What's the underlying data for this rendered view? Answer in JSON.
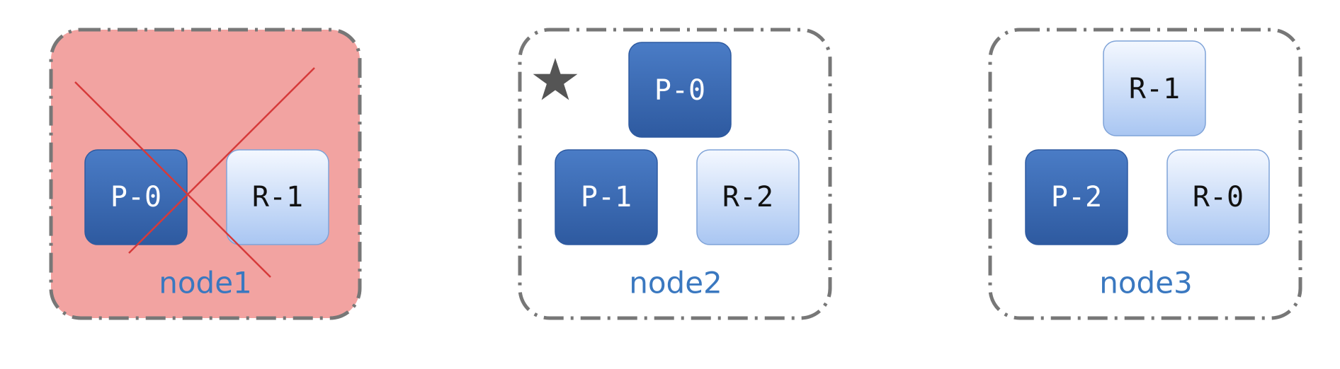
{
  "colors": {
    "primary_top": "#4a7cc6",
    "primary_bottom": "#2e5aa0",
    "replica_top": "#f4f8ff",
    "replica_bottom": "#a9c6f2",
    "primary_text": "#ffffff",
    "replica_text": "#111111",
    "failed_fill": "#f2a3a1",
    "border": "#777777",
    "cross": "#d63a3a",
    "star": "#555555",
    "node_label": "#3a78c0"
  },
  "nodes": [
    {
      "label": "node1",
      "failed": true,
      "master": false,
      "shards": [
        "P-0",
        "R-1"
      ]
    },
    {
      "label": "node2",
      "failed": false,
      "master": true,
      "shards": [
        "P-0",
        "P-1",
        "R-2"
      ]
    },
    {
      "label": "node3",
      "failed": false,
      "master": false,
      "shards": [
        "R-1",
        "P-2",
        "R-0"
      ]
    }
  ]
}
